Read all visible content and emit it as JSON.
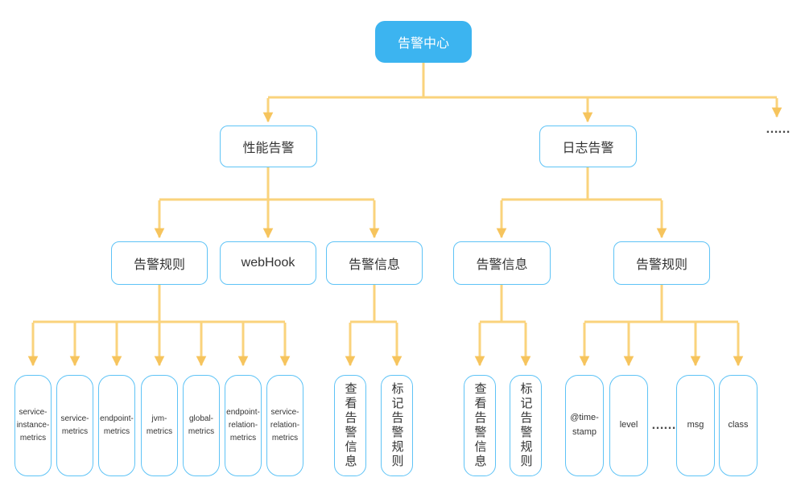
{
  "colors": {
    "root_fill": "#3cb4f0",
    "root_text": "#ffffff",
    "node_border": "#5ec3f6",
    "node_text": "#333333",
    "connector_line": "#fad37c",
    "arrowhead": "#f6c45d",
    "ellipsis_text": "#4a4a4a"
  },
  "diagram": {
    "root": {
      "label": "告警中心"
    },
    "level2": [
      {
        "id": "performance-alert",
        "label": "性能告警"
      },
      {
        "id": "log-alert",
        "label": "日志告警"
      },
      {
        "id": "more",
        "label": "……"
      }
    ],
    "level3": [
      {
        "id": "perf-alert-rules",
        "label": "告警规则"
      },
      {
        "id": "webhook",
        "label": "webHook"
      },
      {
        "id": "perf-alert-info",
        "label": "告警信息"
      },
      {
        "id": "log-alert-info",
        "label": "告警信息"
      },
      {
        "id": "log-alert-rules",
        "label": "告警规则"
      }
    ],
    "perf_rule_leaves": [
      "service-instance-metrics",
      "service-metrics",
      "endpoint-metrics",
      "jvm-metrics",
      "global-metrics",
      "endpoint-relation-metrics",
      "service-relation-metrics"
    ],
    "perf_info_leaves": [
      "查看告警信息",
      "标记告警规则"
    ],
    "log_info_leaves": [
      "查看告警信息",
      "标记告警规则"
    ],
    "log_rule_leaves": [
      "@time-stamp",
      "level",
      "msg",
      "class"
    ],
    "log_rule_ellipsis": "……"
  }
}
